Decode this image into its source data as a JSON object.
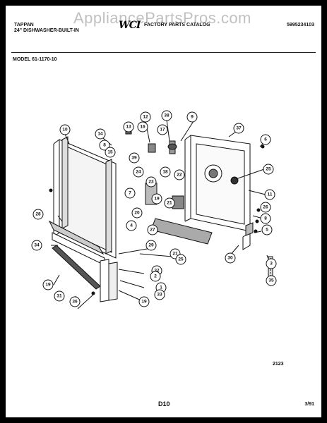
{
  "header": {
    "watermark": "AppliancePartsPros.com",
    "brand": "TAPPAN",
    "subtitle": "24\" DISHWASHER-BUILT-IN",
    "logo": "WCI",
    "catalog_title": "FACTORY PARTS CATALOG",
    "catalog_number": "5995234103",
    "model": "MODEL 61-1170-10"
  },
  "diagram": {
    "callouts": [
      "10",
      "14",
      "13",
      "12",
      "38",
      "9",
      "37",
      "6",
      "8",
      "15",
      "16",
      "17",
      "39",
      "18",
      "24",
      "23",
      "22",
      "25",
      "11",
      "7",
      "19",
      "20",
      "21",
      "26",
      "8",
      "5",
      "4",
      "27",
      "28",
      "29",
      "34",
      "21",
      "30",
      "25",
      "3",
      "32",
      "19",
      "2",
      "35",
      "31",
      "1",
      "36",
      "33",
      "19",
      "25"
    ]
  },
  "footer": {
    "figure_number": "2123",
    "page_code": "D10",
    "date": "3/91"
  }
}
